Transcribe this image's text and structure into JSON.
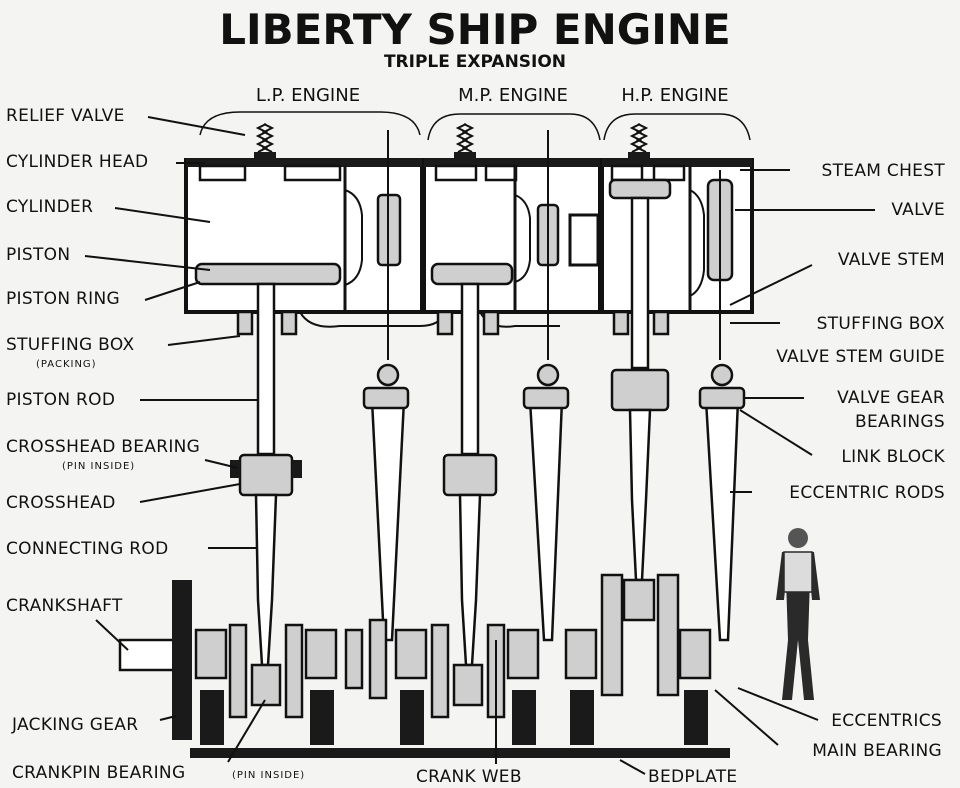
{
  "title": "LIBERTY SHIP ENGINE",
  "subtitle": "TRIPLE EXPANSION",
  "engines": [
    "L.P. ENGINE",
    "M.P. ENGINE",
    "H.P. ENGINE"
  ],
  "labels_left": {
    "relief_valve": "RELIEF VALVE",
    "cylinder_head": "CYLINDER HEAD",
    "cylinder": "CYLINDER",
    "piston": "PISTON",
    "piston_ring": "PISTON RING",
    "stuffing_box": "STUFFING BOX",
    "stuffing_box_note": "(PACKING)",
    "piston_rod": "PISTON ROD",
    "crosshead_bearing": "CROSSHEAD BEARING",
    "crosshead_bearing_note": "(PIN INSIDE)",
    "crosshead": "CROSSHEAD",
    "connecting_rod": "CONNECTING ROD",
    "crankshaft": "CRANKSHAFT",
    "jacking_gear": "JACKING GEAR",
    "crankpin_bearing": "CRANKPIN BEARING",
    "crankpin_bearing_note": "(PIN INSIDE)"
  },
  "labels_right": {
    "steam_chest": "STEAM CHEST",
    "valve": "VALVE",
    "valve_stem": "VALVE STEM",
    "stuffing_box": "STUFFING BOX",
    "valve_stem_guide": "VALVE STEM GUIDE",
    "valve_gear_bearings_1": "VALVE GEAR",
    "valve_gear_bearings_2": "BEARINGS",
    "link_block": "LINK BLOCK",
    "eccentric_rods": "ECCENTRIC RODS",
    "eccentrics": "ECCENTRICS",
    "main_bearing": "MAIN BEARING",
    "bedplate": "BEDPLATE"
  },
  "labels_bottom": {
    "crank_web": "CRANK WEB"
  }
}
